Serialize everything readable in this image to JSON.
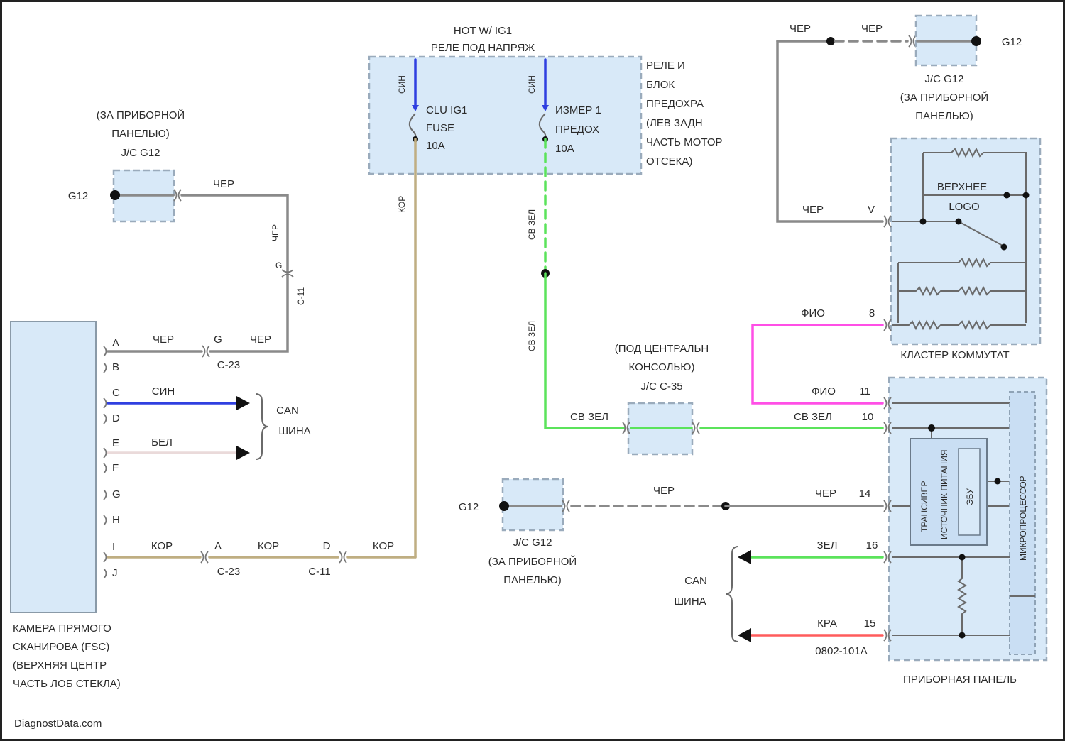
{
  "source": "DiagnostData.com",
  "colors": {
    "blue": "#2f3fe0",
    "green": "#5be35b",
    "pink": "#ff4fe6",
    "tan": "#bfae82",
    "black": "#8a8a8a",
    "white": "#eadada",
    "red": "#ff5c5c"
  },
  "relay": {
    "supply": "HOT W/ IG1",
    "name": "РЕЛЕ ПОД НАПРЯЖ",
    "location": [
      "РЕЛЕ И",
      "БЛОК",
      "ПРЕДОХРА",
      "(ЛЕВ ЗАДН",
      "ЧАСТЬ МОТОР",
      "ОТСЕКА)"
    ],
    "fuse_a": [
      "CLU IG1",
      "FUSE",
      "10A"
    ],
    "fuse_b": [
      "ИЗМЕР 1",
      "ПРЕДОХ",
      "10A"
    ],
    "wire_a_in": "СИН",
    "wire_b_in": "СИН",
    "wire_a_out": "КОР",
    "wire_b_out_1": "СВ ЗЕЛ",
    "wire_b_out_2": "СВ ЗЕЛ"
  },
  "ground_left": {
    "location": [
      "(ЗА ПРИБОРНОЙ",
      "ПАНЕЛЬЮ)"
    ],
    "jc": "J/C G12",
    "ground": "G12",
    "wire": "ЧЕР",
    "wire_v": "ЧЕР",
    "conn_pin": "G",
    "conn": "C-11"
  },
  "camera": {
    "name": [
      "КАМЕРА ПРЯМОГО",
      "СКАНИРОВА (FSC)",
      "(ВЕРХНЯЯ ЦЕНТР",
      "ЧАСТЬ ЛОБ СТЕКЛА)"
    ],
    "pins": [
      "A",
      "B",
      "C",
      "D",
      "E",
      "F",
      "G",
      "H",
      "I",
      "J"
    ],
    "pin_a": {
      "wire": "ЧЕР",
      "conn_pin": "G",
      "conn": "C-23",
      "wire2": "ЧЕР"
    },
    "pin_c_wire": "СИН",
    "pin_e_wire": "БЕЛ",
    "can": [
      "CAN",
      "ШИНА"
    ],
    "pin_i": {
      "wire": "КОР",
      "conn1_pin": "A",
      "conn1": "C-23",
      "wire2": "КОР",
      "conn2_pin": "D",
      "conn2": "C-11",
      "wire3": "КОР"
    }
  },
  "ground_top_right": {
    "wire1": "ЧЕР",
    "wire2": "ЧЕР",
    "jc": "J/C G12",
    "location": [
      "(ЗА ПРИБОРНОЙ",
      "ПАНЕЛЬЮ)"
    ],
    "ground": "G12"
  },
  "switch_cluster": {
    "name": "КЛАСТЕР КОММУТАТ",
    "inner": [
      "ВЕРХНЕЕ",
      "LOGO"
    ],
    "pin_v": {
      "wire": "ЧЕР",
      "pin": "V"
    },
    "pin_8": {
      "wire": "ФИО",
      "pin": "8"
    }
  },
  "console_jc": {
    "location": [
      "(ПОД ЦЕНТРАЛЬН",
      "КОНСОЛЬЮ)"
    ],
    "jc": "J/C C-35",
    "wire": "СВ ЗЕЛ"
  },
  "ground_mid": {
    "ground": "G12",
    "wire": "ЧЕР",
    "jc": "J/C G12",
    "location": [
      "(ЗА ПРИБОРНОЙ",
      "ПАНЕЛЬЮ)"
    ]
  },
  "instrument_panel": {
    "name": "ПРИБОРНАЯ ПАНЕЛЬ",
    "pins": [
      {
        "wire": "ФИО",
        "pin": "11"
      },
      {
        "wire": "СВ ЗЕЛ",
        "pin": "10"
      },
      {
        "wire": "ЧЕР",
        "pin": "14"
      },
      {
        "wire": "ЗЕЛ",
        "pin": "16"
      },
      {
        "wire": "КРА",
        "pin": "15"
      }
    ],
    "connector": "0802-101A",
    "can": [
      "CAN",
      "ШИНА"
    ],
    "modules": [
      "ТРАНСИВЕР",
      "ИСТОЧНИК ПИТАНИЯ",
      "ЭБУ",
      "МИКРОПРОЦЕССОР"
    ]
  }
}
